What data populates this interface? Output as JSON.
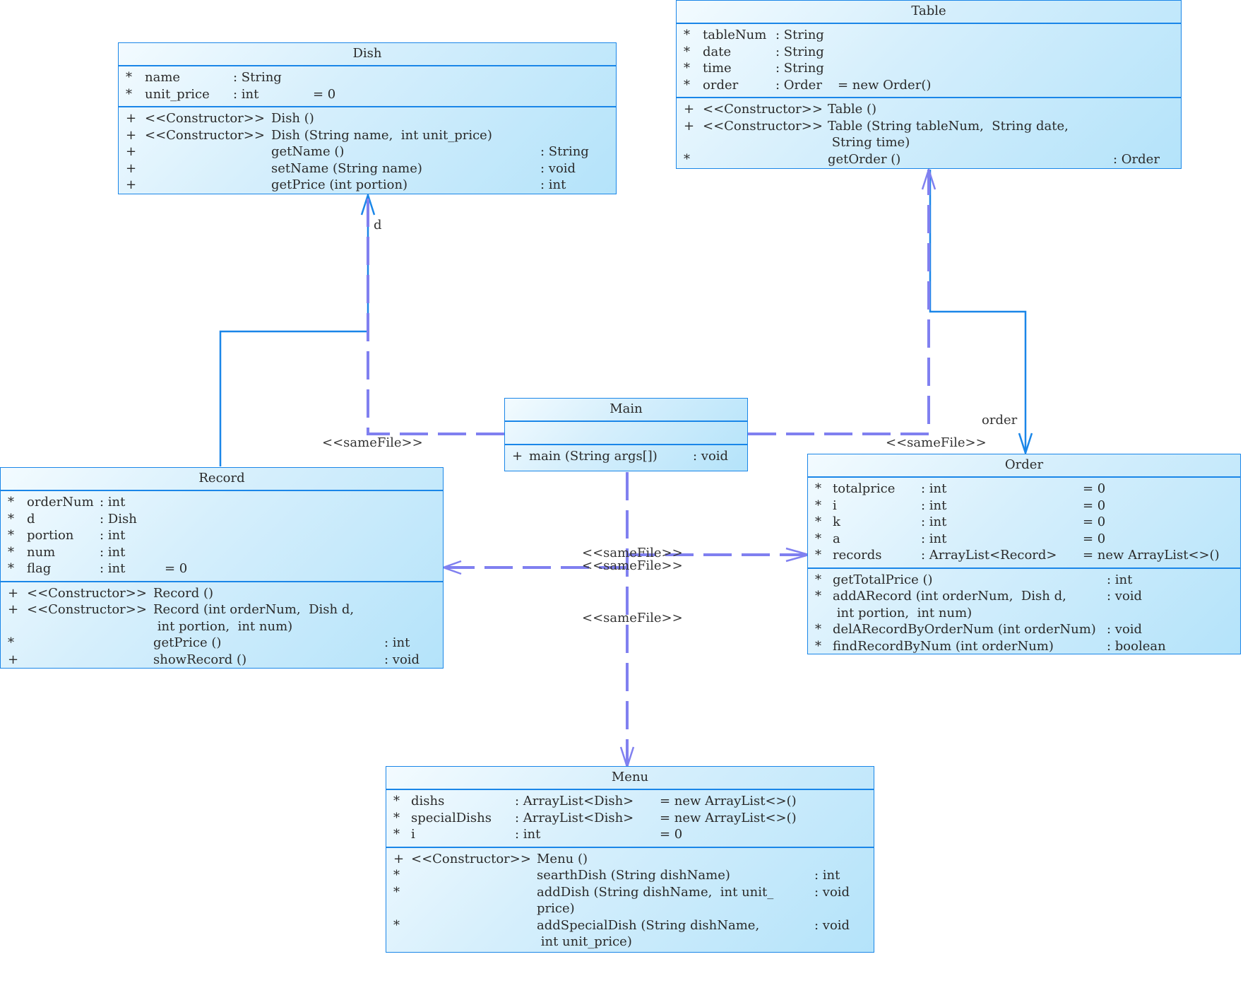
{
  "diagram": {
    "type": "UML class diagram",
    "colors": {
      "class_border": "#1a86e8",
      "association": "#1a86e8",
      "dependency": "#8080f0",
      "fill_light": "#f3fbff",
      "fill_dark": "#b4e3fa"
    }
  },
  "classes": {
    "dish": {
      "name": "Dish",
      "attributes": [
        {
          "vis": "*",
          "name": "name",
          "type": ": String",
          "init": ""
        },
        {
          "vis": "*",
          "name": "unit_price",
          "type": ": int",
          "init": "= 0"
        }
      ],
      "methods": [
        {
          "vis": "+",
          "stereo": "<<Constructor>>",
          "sig": "Dish ()",
          "ret": ""
        },
        {
          "vis": "+",
          "stereo": "<<Constructor>>",
          "sig": "Dish (String name,  int unit_price)",
          "ret": ""
        },
        {
          "vis": "+",
          "stereo": "",
          "sig": "getName ()",
          "ret": ": String"
        },
        {
          "vis": "+",
          "stereo": "",
          "sig": "setName (String name)",
          "ret": ": void"
        },
        {
          "vis": "+",
          "stereo": "",
          "sig": "getPrice (int portion)",
          "ret": ": int"
        }
      ]
    },
    "table": {
      "name": "Table",
      "attributes": [
        {
          "vis": "*",
          "name": "tableNum",
          "type": ": String",
          "init": ""
        },
        {
          "vis": "*",
          "name": "date",
          "type": ": String",
          "init": ""
        },
        {
          "vis": "*",
          "name": "time",
          "type": ": String",
          "init": ""
        },
        {
          "vis": "*",
          "name": "order",
          "type": ": Order",
          "init": "= new Order()"
        }
      ],
      "methods": [
        {
          "vis": "+",
          "stereo": "<<Constructor>>",
          "sig": "Table ()",
          "ret": ""
        },
        {
          "vis": "+",
          "stereo": "<<Constructor>>",
          "sig": "Table (String tableNum,  String date,",
          "ret": ""
        },
        {
          "vis": "",
          "stereo": "",
          "sig": " String time)",
          "ret": ""
        },
        {
          "vis": "*",
          "stereo": "",
          "sig": "getOrder ()",
          "ret": ": Order"
        }
      ]
    },
    "main": {
      "name": "Main",
      "attributes": [],
      "methods": [
        {
          "vis": "+",
          "sig": "main (String args[])",
          "ret": ": void"
        }
      ]
    },
    "record": {
      "name": "Record",
      "attributes": [
        {
          "vis": "*",
          "name": "orderNum",
          "type": ": int",
          "init": ""
        },
        {
          "vis": "*",
          "name": "d",
          "type": ": Dish",
          "init": ""
        },
        {
          "vis": "*",
          "name": "portion",
          "type": ": int",
          "init": ""
        },
        {
          "vis": "*",
          "name": "num",
          "type": ": int",
          "init": ""
        },
        {
          "vis": "*",
          "name": "flag",
          "type": ": int",
          "init": "= 0"
        }
      ],
      "methods": [
        {
          "vis": "+",
          "stereo": "<<Constructor>>",
          "sig": "Record ()",
          "ret": ""
        },
        {
          "vis": "+",
          "stereo": "<<Constructor>>",
          "sig": "Record (int orderNum,  Dish d,",
          "ret": ""
        },
        {
          "vis": "",
          "stereo": "",
          "sig": " int portion,  int num)",
          "ret": ""
        },
        {
          "vis": "*",
          "stereo": "",
          "sig": "getPrice ()",
          "ret": ": int"
        },
        {
          "vis": "+",
          "stereo": "",
          "sig": "showRecord ()",
          "ret": ": void"
        }
      ]
    },
    "order": {
      "name": "Order",
      "attributes": [
        {
          "vis": "*",
          "name": "totalprice",
          "type": ": int",
          "init": "= 0"
        },
        {
          "vis": "*",
          "name": "i",
          "type": ": int",
          "init": "= 0"
        },
        {
          "vis": "*",
          "name": "k",
          "type": ": int",
          "init": "= 0"
        },
        {
          "vis": "*",
          "name": "a",
          "type": ": int",
          "init": "= 0"
        },
        {
          "vis": "*",
          "name": "records",
          "type": ": ArrayList<Record>",
          "init": "= new ArrayList<>()"
        }
      ],
      "methods": [
        {
          "vis": "*",
          "sig": "getTotalPrice ()",
          "ret": ": int"
        },
        {
          "vis": "*",
          "sig": "addARecord (int orderNum,  Dish d,",
          "ret": ": void"
        },
        {
          "vis": "",
          "sig": " int portion,  int num)",
          "ret": ""
        },
        {
          "vis": "*",
          "sig": "delARecordByOrderNum (int orderNum)",
          "ret": ": void"
        },
        {
          "vis": "*",
          "sig": "findRecordByNum (int orderNum)",
          "ret": ": boolean"
        }
      ]
    },
    "menu": {
      "name": "Menu",
      "attributes": [
        {
          "vis": "*",
          "name": "dishs",
          "type": ": ArrayList<Dish>",
          "init": "= new ArrayList<>()"
        },
        {
          "vis": "*",
          "name": "specialDishs",
          "type": ": ArrayList<Dish>",
          "init": "= new ArrayList<>()"
        },
        {
          "vis": "*",
          "name": "i",
          "type": ": int",
          "init": "= 0"
        }
      ],
      "methods": [
        {
          "vis": "+",
          "stereo": "<<Constructor>>",
          "sig": "Menu ()",
          "ret": ""
        },
        {
          "vis": "*",
          "stereo": "",
          "sig": "searthDish (String dishName)",
          "ret": ": int"
        },
        {
          "vis": "*",
          "stereo": "",
          "sig": "addDish (String dishName,  int unit_",
          "ret": ": void"
        },
        {
          "vis": "",
          "stereo": "",
          "sig": "price)",
          "ret": ""
        },
        {
          "vis": "*",
          "stereo": "",
          "sig": "addSpecialDish (String dishName,",
          "ret": ": void"
        },
        {
          "vis": "",
          "stereo": "",
          "sig": " int unit_price)",
          "ret": ""
        }
      ]
    }
  },
  "relationships": [
    {
      "kind": "association",
      "from": "Record",
      "to": "Dish",
      "role": "d"
    },
    {
      "kind": "association",
      "from": "Table",
      "to": "Order",
      "role": "order"
    },
    {
      "kind": "dependency",
      "from": "Main",
      "to": "Dish",
      "stereotype": "<<sameFile>>"
    },
    {
      "kind": "dependency",
      "from": "Main",
      "to": "Table",
      "stereotype": "<<sameFile>>"
    },
    {
      "kind": "dependency",
      "from": "Main",
      "to": "Order",
      "stereotype": "<<sameFile>>"
    },
    {
      "kind": "dependency",
      "from": "Main",
      "to": "Record",
      "stereotype": "<<sameFile>>"
    },
    {
      "kind": "dependency",
      "from": "Main",
      "to": "Menu",
      "stereotype": "<<sameFile>>"
    }
  ],
  "labels": {
    "role_d": "d",
    "role_order": "order",
    "samefile_dish": "<<sameFile>>",
    "samefile_table": "<<sameFile>>",
    "samefile_order": "<<sameFile>>",
    "samefile_record": "<<sameFile>>",
    "samefile_menu": "<<sameFile>>"
  }
}
